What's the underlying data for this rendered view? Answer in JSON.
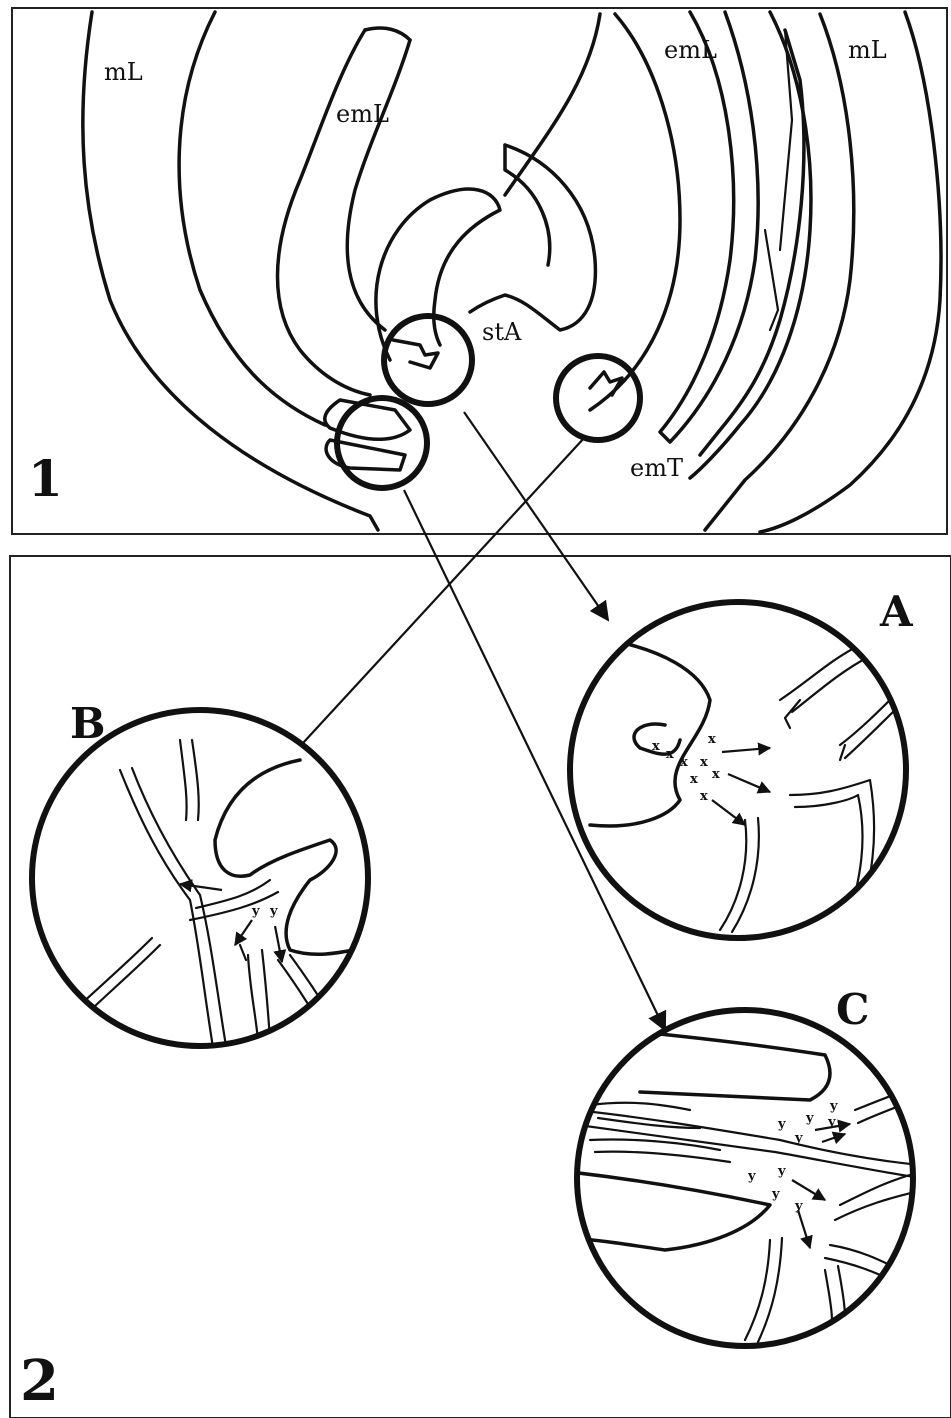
{
  "panel_1": {
    "number": "1",
    "labels": {
      "mL_left": "mL",
      "emL_left": "emL",
      "emL_right": "emL",
      "mL_right": "mL",
      "stA": "stA",
      "emT": "emT"
    }
  },
  "panel_2": {
    "number": "2",
    "insets": {
      "A": {
        "letter": "A",
        "marks": [
          "x",
          "x",
          "x",
          "x",
          "x",
          "x",
          "x",
          "x"
        ]
      },
      "B": {
        "letter": "B",
        "marks": [
          "y",
          "y"
        ]
      },
      "C": {
        "letter": "C",
        "marks": [
          "y",
          "y",
          "y",
          "y",
          "y",
          "y",
          "y",
          "y",
          "y"
        ]
      }
    }
  },
  "colors": {
    "ink": "#111111",
    "background": "#ffffff"
  }
}
